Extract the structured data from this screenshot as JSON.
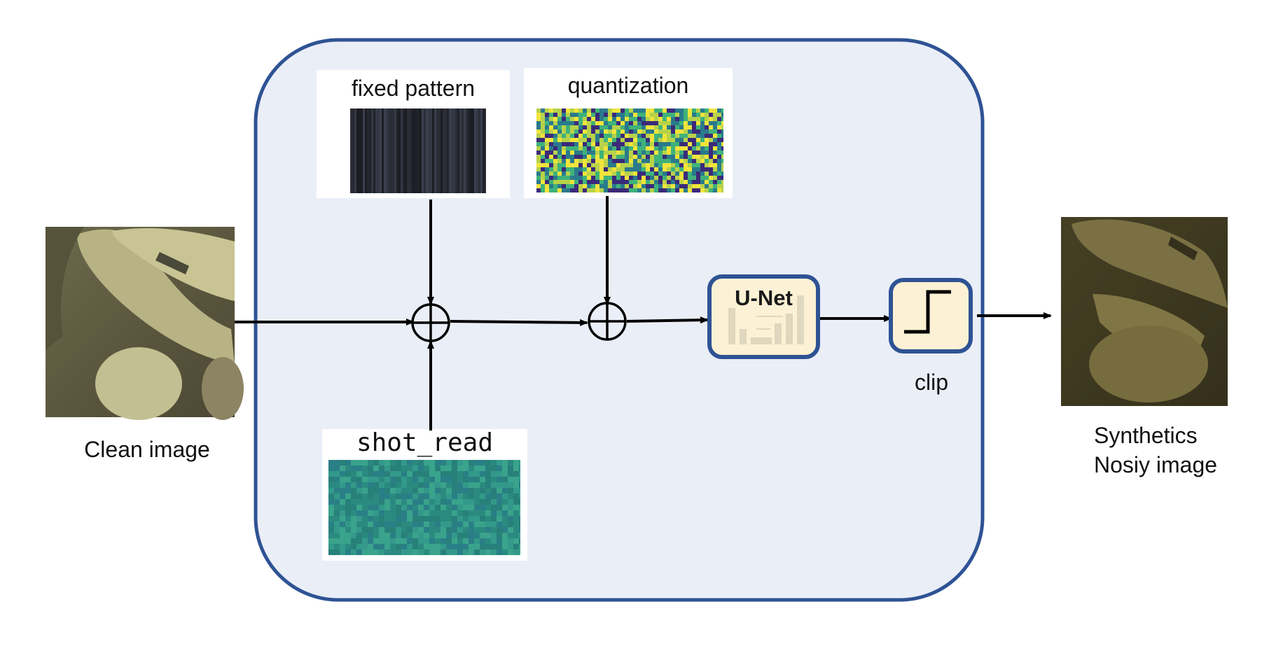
{
  "labels": {
    "fixed_pattern": "fixed pattern",
    "quantization": "quantization",
    "shot_read": "shot_read",
    "unet": "U-Net",
    "clip": "clip",
    "clean_image": "Clean image",
    "synthetic_line1": "Synthetics",
    "synthetic_line2": "Nosiy image"
  },
  "colors": {
    "panel_border": "#2e5394",
    "panel_fill": "#eaeef7",
    "block_fill": "#fcf1d4",
    "block_border": "#2e5394",
    "arrow": "#000000",
    "quantization_noise": [
      "#3b2a7a",
      "#2a7a8c",
      "#3fb27a",
      "#b7d24a",
      "#f0e43c"
    ],
    "shot_read_noise": "#2f8f86",
    "fixed_pattern_noise": "#22242a"
  },
  "icons": {
    "adder": "circled-plus-icon",
    "clip": "step-function-icon",
    "unet": "bar-chart-icon"
  }
}
